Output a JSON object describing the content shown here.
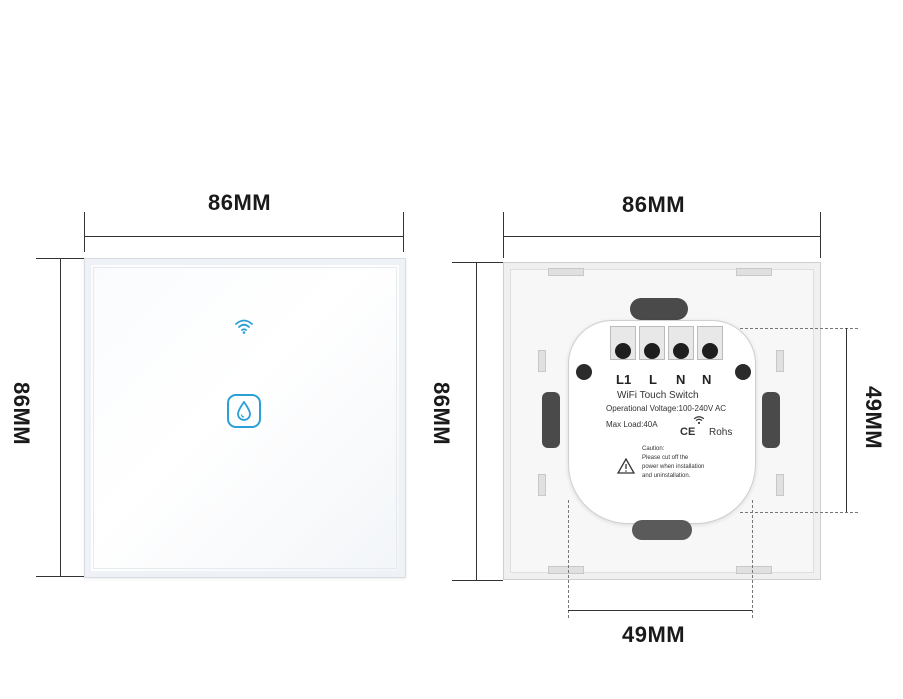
{
  "front": {
    "width_label": "86MM",
    "height_label": "86MM"
  },
  "back": {
    "width_label": "86MM",
    "height_label": "86MM",
    "module_height_label": "49MM",
    "module_width_label": "49MM",
    "terminals": [
      "L1",
      "L",
      "N",
      "N"
    ],
    "product_name": "WiFi Touch Switch",
    "voltage": "Operational Voltage:100-240V AC",
    "max_load": "Max Load:40A",
    "cert": "CE",
    "rohs": "Rohs",
    "caution_title": "Caution:",
    "caution_text_1": "Please cut off the",
    "caution_text_2": "power when installation",
    "caution_text_3": "and uninstallation."
  },
  "colors": {
    "accent": "#2a9fd8"
  },
  "icons": [
    "wifi-icon",
    "water-drop-icon",
    "warning-icon"
  ]
}
